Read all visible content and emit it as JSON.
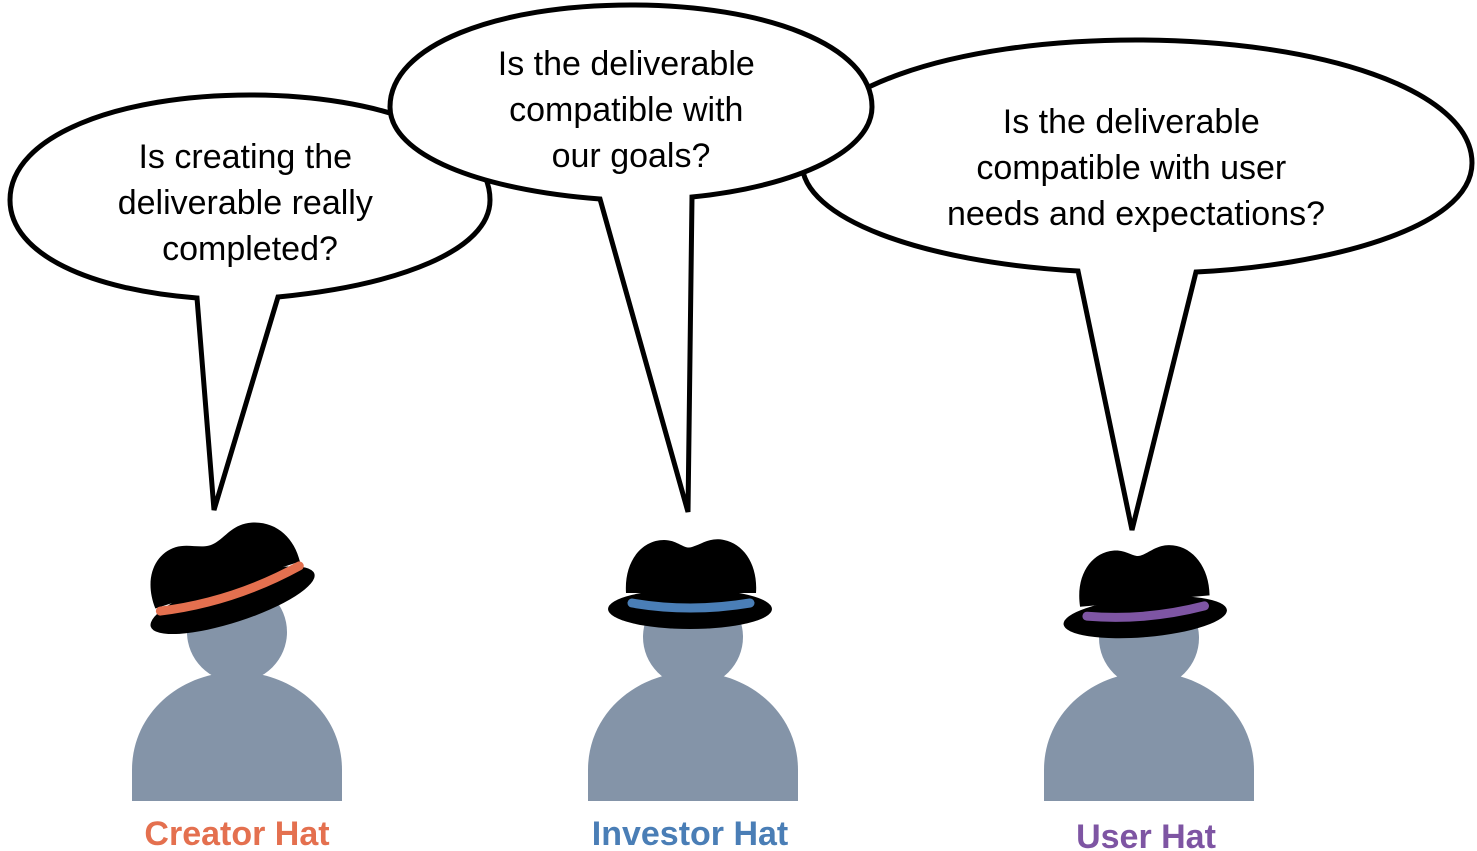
{
  "colors": {
    "creator": "#E4704F",
    "investor": "#4A7EB6",
    "user": "#7E55A3",
    "person": "#8494A8",
    "hat": "#000000",
    "bubble_fill": "#ffffff",
    "bubble_stroke": "#000000"
  },
  "personas": [
    {
      "label": "Creator Hat",
      "color_key": "creator",
      "question_lines": [
        "Is creating the",
        "deliverable really",
        "completed?"
      ]
    },
    {
      "label": "Investor Hat",
      "color_key": "investor",
      "question_lines": [
        "Is the deliverable",
        "compatible with",
        "our goals?"
      ]
    },
    {
      "label": "User Hat",
      "color_key": "user",
      "question_lines": [
        "Is the deliverable",
        "compatible with user",
        "needs and expectations?"
      ]
    }
  ],
  "icons": {
    "person": "person-silhouette-icon",
    "hat": "fedora-hat-icon",
    "bubble": "speech-bubble"
  }
}
